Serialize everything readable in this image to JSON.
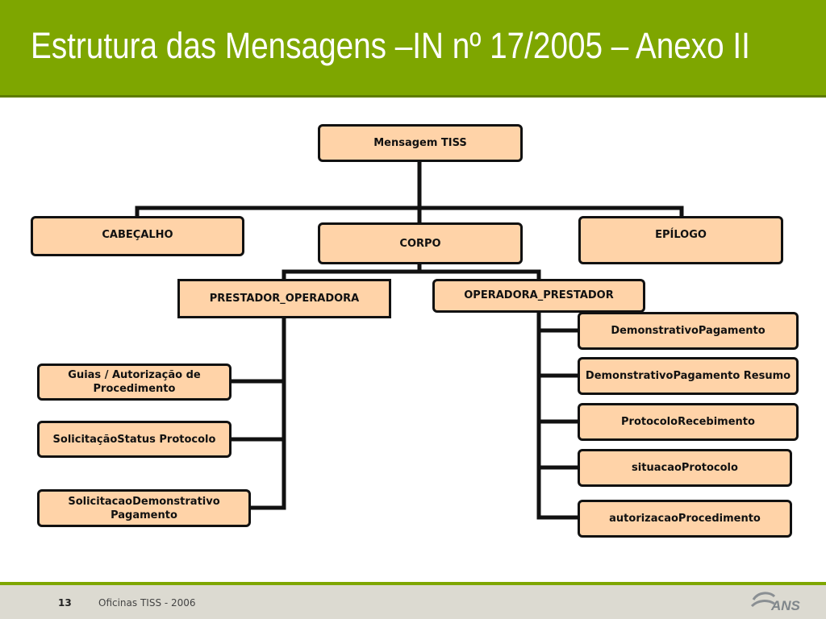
{
  "slide": {
    "title": "Estrutura das Mensagens –IN nº 17/2005 – Anexo II"
  },
  "diagram": {
    "root": "Mensagem TISS",
    "cabecalho": "CABEÇALHO",
    "corpo": "CORPO",
    "epilogo": "EPÍLOGO",
    "prestador_operadora": "PRESTADOR_OPERADORA",
    "operadora_prestador": "OPERADORA_PRESTADOR",
    "left_children": [
      "Guias / Autorização de Procedimento",
      "SolicitaçãoStatus Protocolo",
      "SolicitacaoDemonstrativo Pagamento"
    ],
    "right_children": [
      "DemonstrativoPagamento",
      "DemonstrativoPagamento Resumo",
      "ProtocoloRecebimento",
      "situacaoProtocolo",
      "autorizacaoProcedimento"
    ]
  },
  "footer": {
    "page_number": "13",
    "text": "Oficinas TISS - 2006",
    "logo_text": "ANS"
  },
  "colors": {
    "header": "#7ea600",
    "box_fill": "#ffd3a8",
    "footer": "#dcdad1"
  }
}
